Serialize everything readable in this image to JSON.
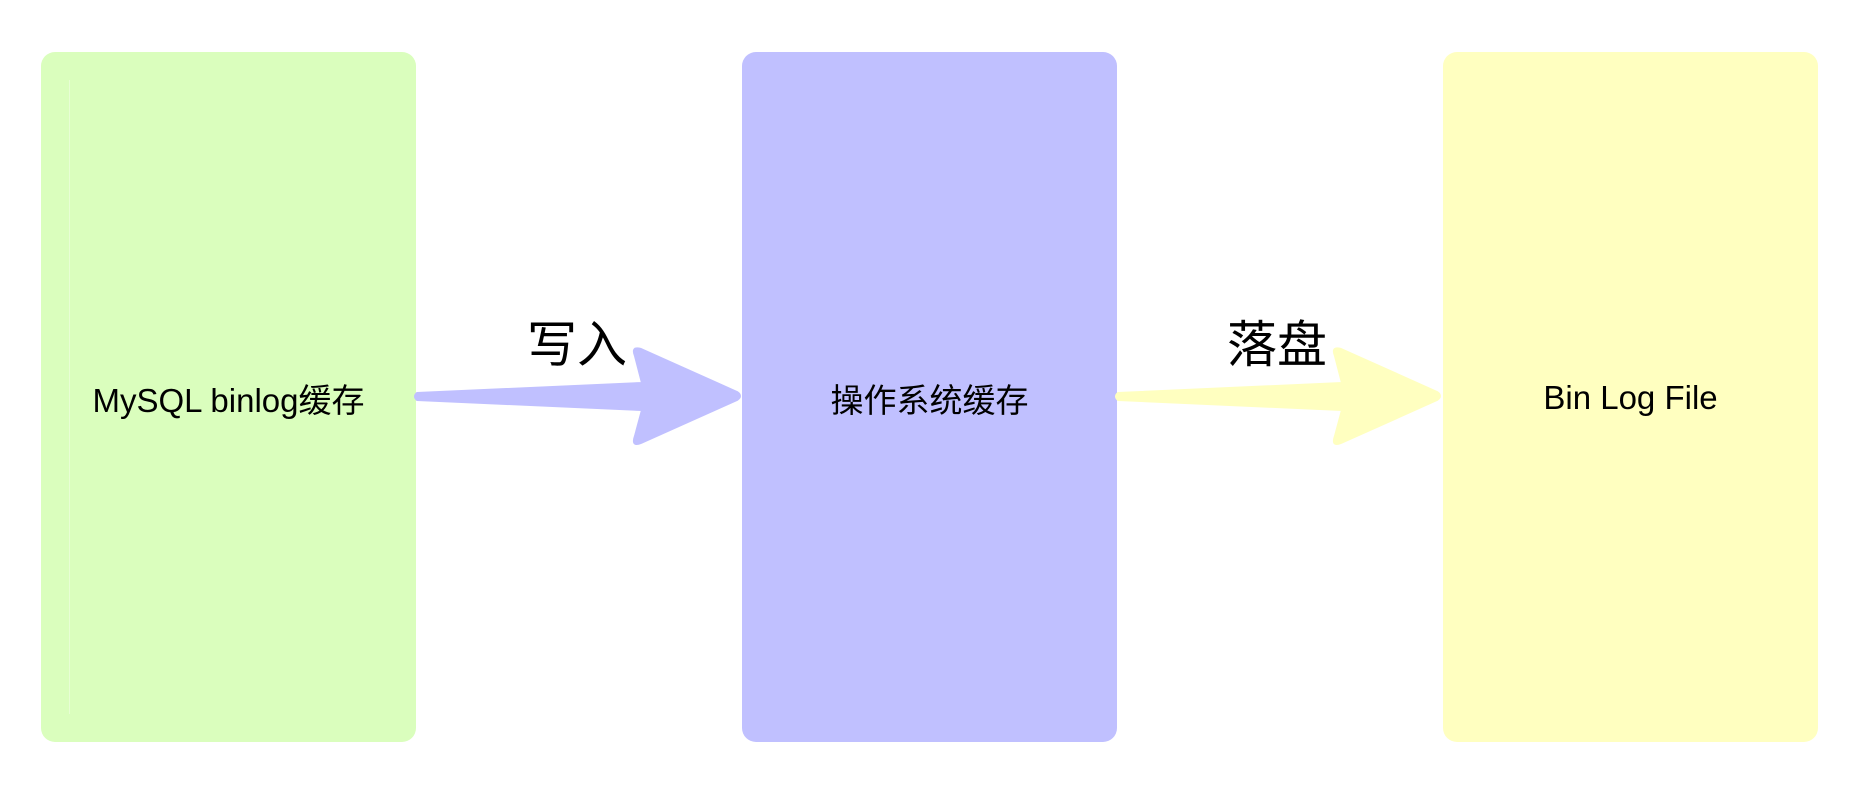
{
  "diagram": {
    "type": "flow",
    "direction": "left-to-right",
    "nodes": [
      {
        "id": "binlog-cache",
        "label": "MySQL binlog缓存",
        "color": "#DAFEBD"
      },
      {
        "id": "os-cache",
        "label": "操作系统缓存",
        "color": "#C0C0FF"
      },
      {
        "id": "binlog-file",
        "label": "Bin Log File",
        "color": "#FFFFC0"
      }
    ],
    "edges": [
      {
        "from": "binlog-cache",
        "to": "os-cache",
        "label": "写入",
        "color": "#C0C0FF"
      },
      {
        "from": "os-cache",
        "to": "binlog-file",
        "label": "落盘",
        "color": "#FFFFC0"
      }
    ]
  }
}
